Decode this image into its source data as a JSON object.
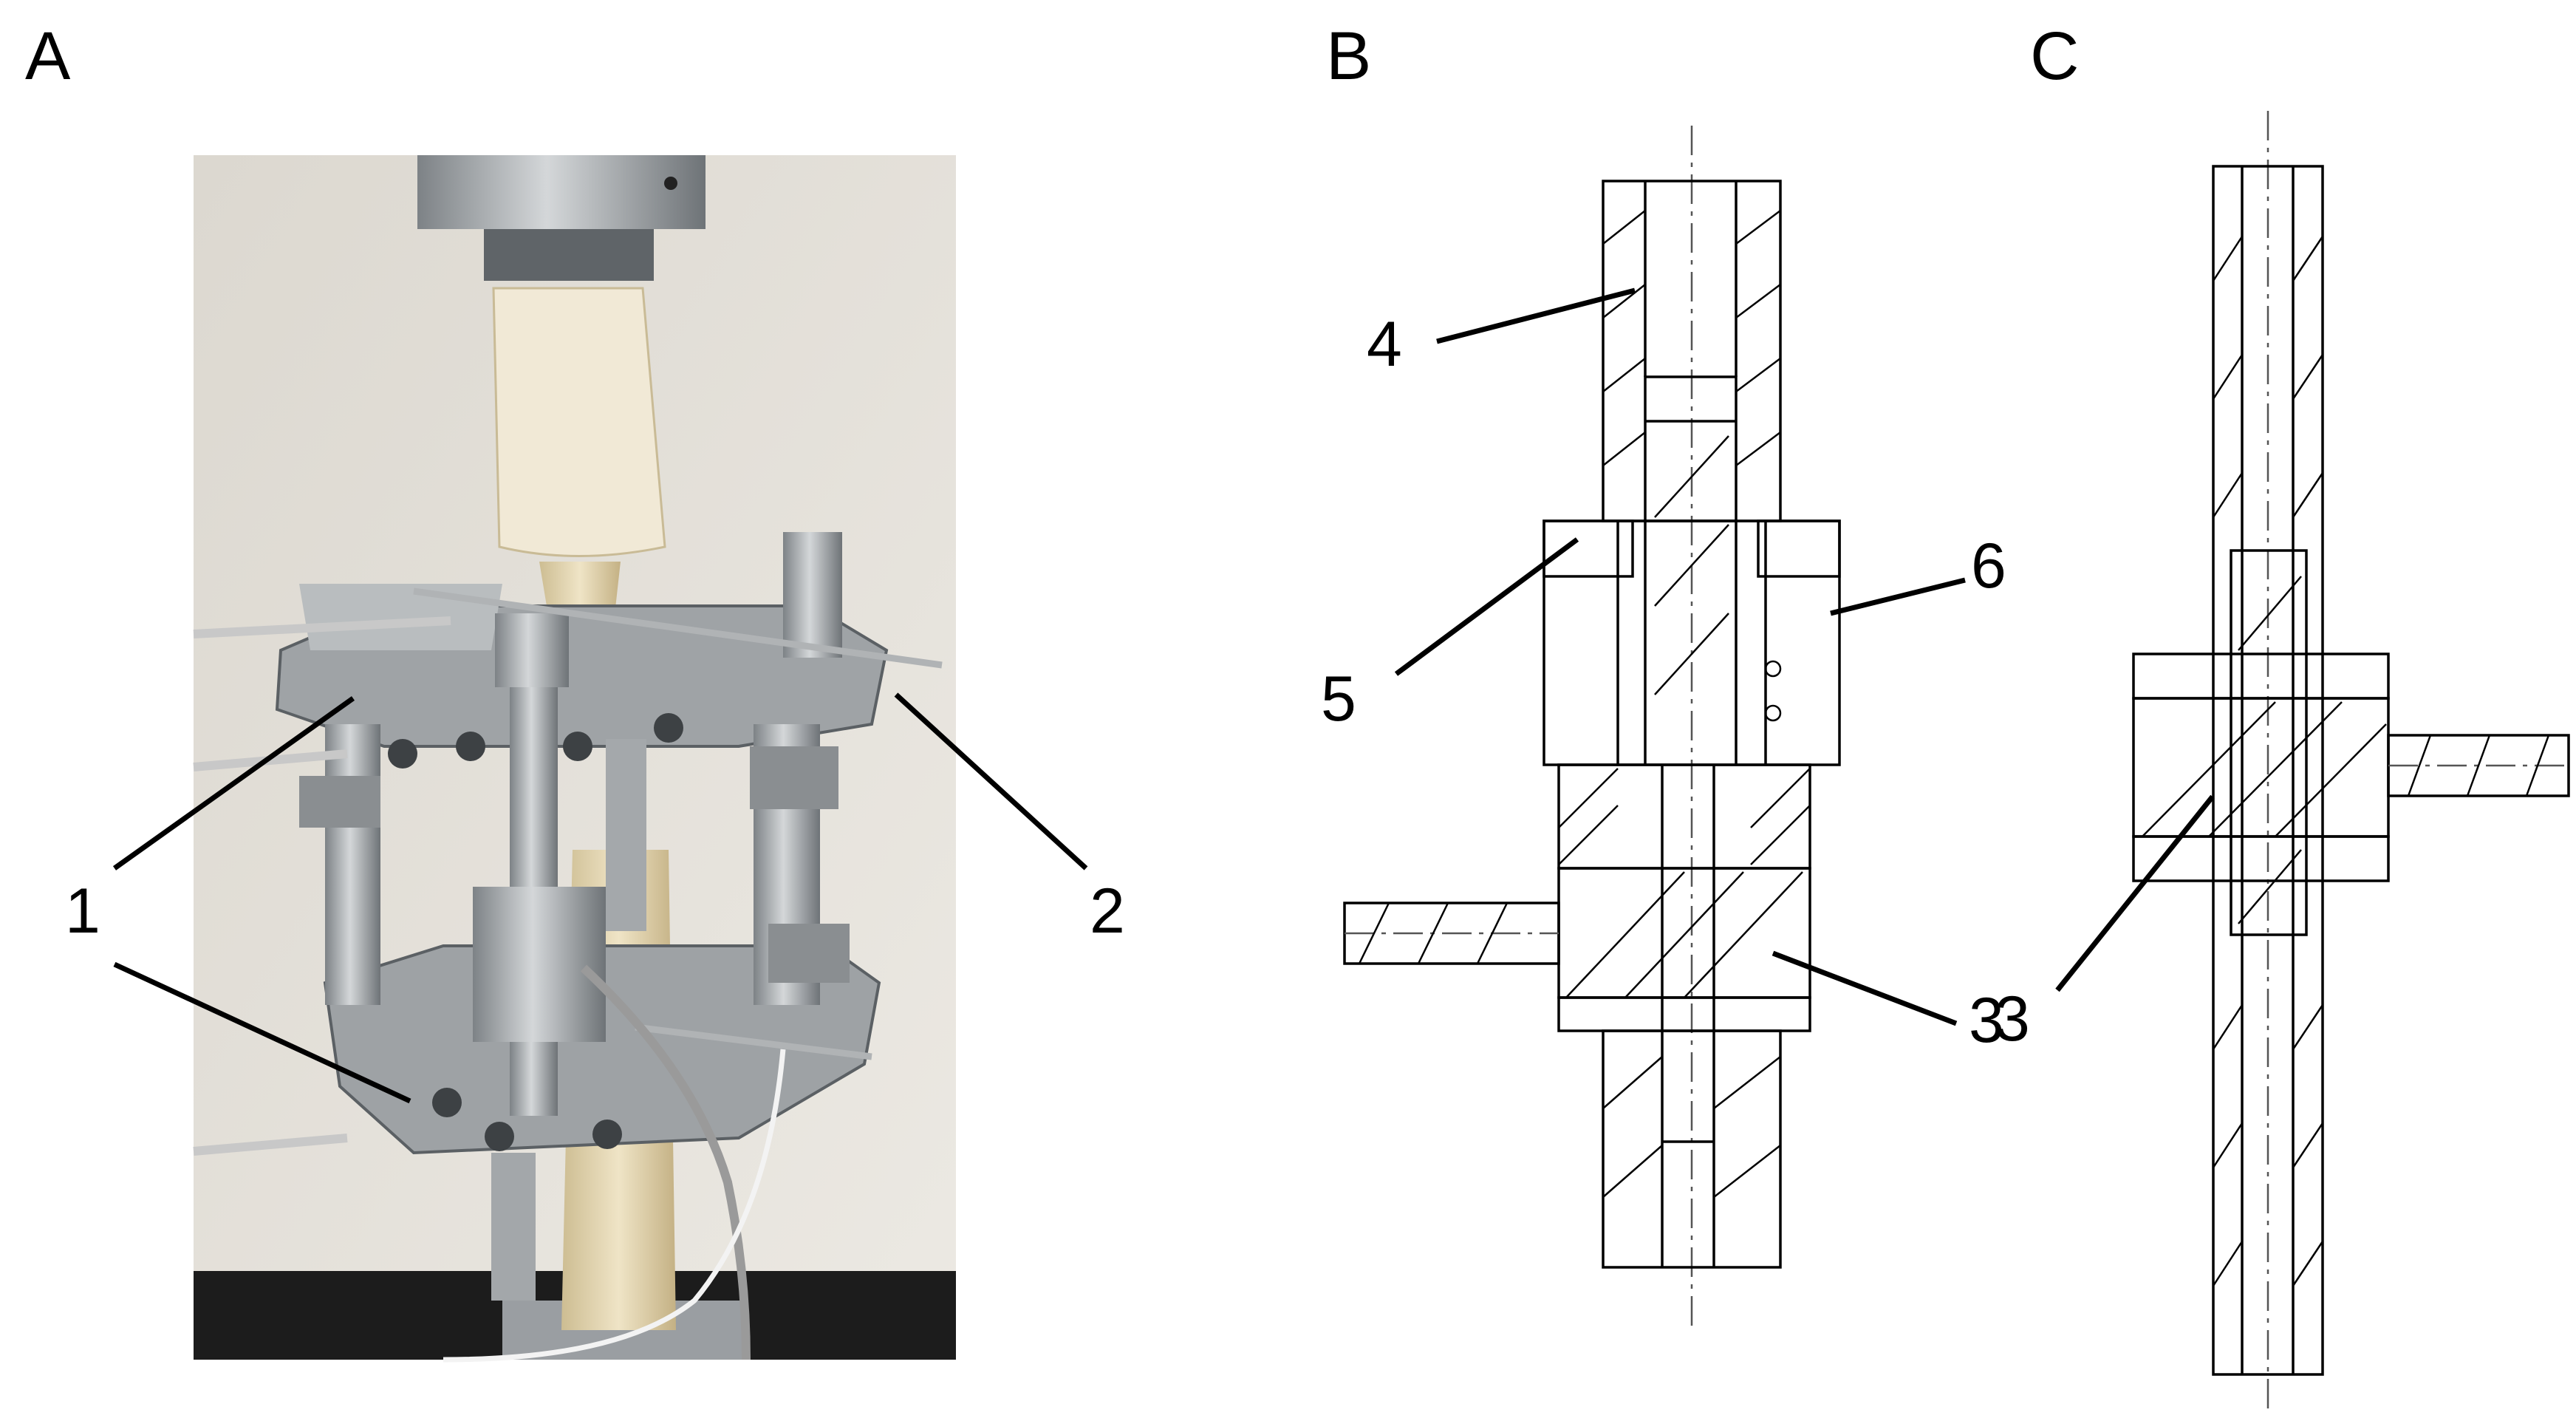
{
  "panels": {
    "a": {
      "letter": "A"
    },
    "b": {
      "letter": "B"
    },
    "c": {
      "letter": "C"
    }
  },
  "callouts": {
    "c1": "1",
    "c2": "2",
    "c3b": "3",
    "c4": "4",
    "c5": "5",
    "c6": "6",
    "c3c": "3"
  },
  "colors": {
    "photo_background": "#e7e3dc",
    "metal": "#b5b9bc",
    "bone": "#e2d3ad",
    "line": "#000000"
  }
}
